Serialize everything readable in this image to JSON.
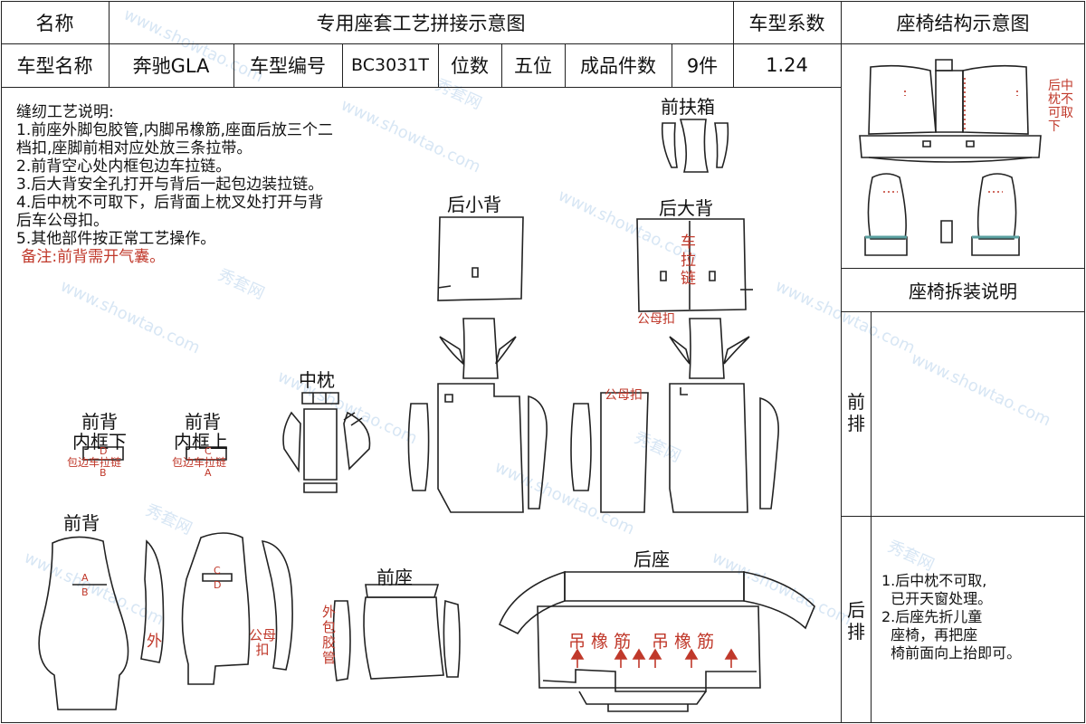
{
  "header": {
    "name_label": "名称",
    "title": "专用座套工艺拼接示意图",
    "coef_label": "车型系数",
    "struct_title": "座椅结构示意图"
  },
  "info": {
    "model_name_label": "车型名称",
    "model_name": "奔驰GLA",
    "model_code_label": "车型编号",
    "model_code": "BC3031T",
    "seats_label": "位数",
    "seats": "五位",
    "pieces_label": "成品件数",
    "pieces": "9件",
    "coef": "1.24"
  },
  "notes": {
    "title": "缝纫工艺说明:",
    "lines": [
      "1.前座外脚包胶管,内脚吊橡筋,座面后放三个二",
      "档扣,座脚前相对应处放三条拉带。",
      "2.前背空心处内框包边车拉链。",
      "3.后大背安全孔打开与背后一起包边装拉链。",
      "4.后中枕不可取下，后背面上枕叉处打开与背",
      "后车公母扣。",
      "5.其他部件按正常工艺操作。"
    ],
    "remark": " 备注:前背需开气囊。"
  },
  "parts": {
    "front_armrest": "前扶箱",
    "rear_small_back": "后小背",
    "rear_big_back": "后大背",
    "zipper_vertical": "车拉链",
    "male_female_1": "公母扣",
    "male_female_2": "公母扣",
    "middle_pillow": "中枕",
    "front_back_lower_1": "前背",
    "front_back_lower_2": "内框下",
    "front_back_upper_1": "前背",
    "front_back_upper_2": "内框上",
    "edge_zip_1": "包边车拉链",
    "edge_zip_2": "包边车拉链",
    "letter_d": "D",
    "letter_b": "B",
    "letter_c": "C",
    "letter_a": "A",
    "front_back": "前背",
    "outer": "外",
    "male_female_3": "公母扣",
    "front_seat": "前座",
    "outer_wrap": "外包胶管",
    "rear_seat": "后座",
    "rubber_1": "吊 橡 筋",
    "rubber_2": "吊  橡  筋"
  },
  "structure": {
    "rear_pillow_note": "后中枕不可取下",
    "disassembly_title": "座椅拆装说明",
    "front_row": "前排",
    "rear_row": "后排",
    "rear_notes": [
      "1.后中枕不可取,",
      "  已开天窗处理。",
      "2.后座先折儿童",
      "  座椅，再把座",
      "  椅前面向上抬即可。"
    ]
  },
  "watermark": {
    "text_1": "秀套网",
    "text_2": "www.showtao.com"
  },
  "colors": {
    "accent_red": "#c0392b",
    "line": "#222222",
    "watermark": "#a8c8e8"
  }
}
